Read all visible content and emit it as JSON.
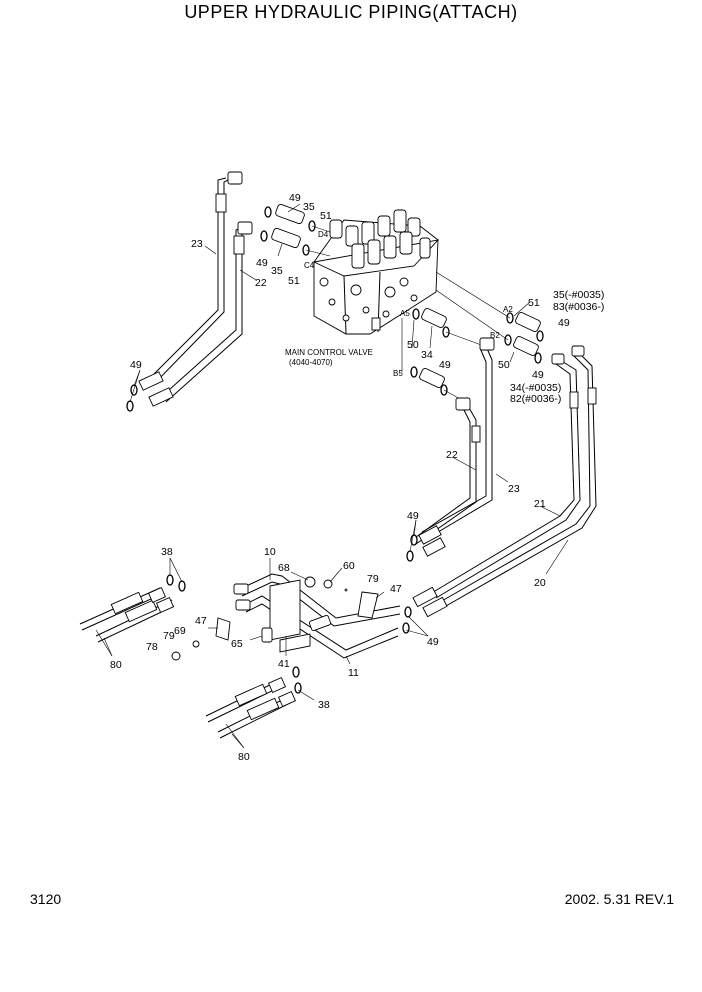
{
  "title": "UPPER HYDRAULIC PIPING(ATTACH)",
  "footer": {
    "page": "3120",
    "date_rev": "2002. 5.31  REV.1"
  },
  "valve": {
    "name": "MAIN CONTROL VALVE",
    "range": "(4040-4070)"
  },
  "ports": {
    "d4": "D4",
    "c4": "C4",
    "a2": "A2",
    "b2": "B2",
    "a5": "A5",
    "b5": "B5"
  },
  "callouts": {
    "p49": "49",
    "p35": "35",
    "p51": "51",
    "p23": "23",
    "p22": "22",
    "p50": "50",
    "p34": "34",
    "p21": "21",
    "p20": "20",
    "p35_83a": "35(-#0035)",
    "p35_83b": "83(#0036-)",
    "p34_82a": "34(-#0035)",
    "p34_82b": "82(#0036-)",
    "p38": "38",
    "p10": "10",
    "p68": "68",
    "p60": "60",
    "p79": "79",
    "p47": "47",
    "p69": "69",
    "p78": "78",
    "p65": "65",
    "p41": "41",
    "p11": "11",
    "p80": "80"
  }
}
